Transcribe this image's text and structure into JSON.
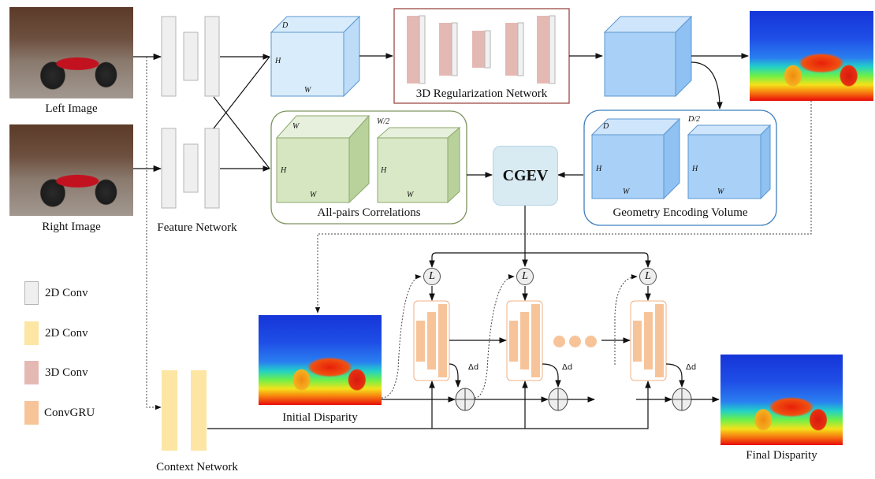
{
  "title": "IGEV-Stereo architecture diagram",
  "inputs": {
    "left_image_label": "Left Image",
    "right_image_label": "Right Image"
  },
  "modules": {
    "feature_network": "Feature Network",
    "context_network": "Context Network",
    "regularization": "3D Regularization Network",
    "all_pairs": "All-pairs Correlations",
    "cgev": "CGEV",
    "gev": "Geometry Encoding Volume"
  },
  "dims": {
    "cost_volume": {
      "d": "D",
      "h": "H",
      "w": "W"
    },
    "corr_full": {
      "top": "W",
      "h": "H",
      "w": "W"
    },
    "corr_half": {
      "top": "W/2",
      "h": "H",
      "w": "W"
    },
    "gev_full": {
      "top": "D",
      "h": "H",
      "w": "W"
    },
    "gev_half": {
      "top": "D/2",
      "h": "H",
      "w": "W"
    }
  },
  "update": {
    "lookup_symbol": "L",
    "delta_label": "Δd",
    "iterations_shown": 3
  },
  "outputs": {
    "initial_disparity": "Initial Disparity",
    "final_disparity": "Final Disparity"
  },
  "legend": [
    {
      "label": "2D Conv",
      "color": "#efefef",
      "border": "#b5b5b5"
    },
    {
      "label": "2D Conv",
      "color": "#fde5a3",
      "border": "#fde5a3"
    },
    {
      "label": "3D Conv",
      "color": "#e5b9b3",
      "border": "#e5b9b3"
    },
    {
      "label": "ConvGRU",
      "color": "#f7c49a",
      "border": "#f0b084"
    }
  ],
  "colors": {
    "conv2d_gray": "#efefef",
    "conv2d_yellow": "#fde5a3",
    "conv3d": "#e5b9b3",
    "convgru": "#f7c49a",
    "volume_blue": "#a9d1f7",
    "volume_green": "#d5e6c0",
    "cgev_fill": "#d8eaf2",
    "regularization_border": "#9c4a44",
    "corr_border": "#7f9560",
    "gev_border": "#3f7fbf"
  }
}
